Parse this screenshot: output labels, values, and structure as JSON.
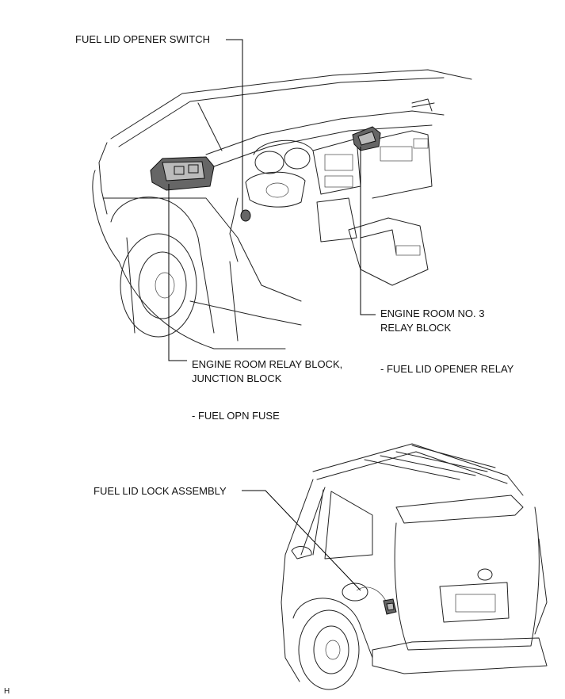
{
  "labels": {
    "fuel_lid_opener_switch": "FUEL LID OPENER SWITCH",
    "engine_room_no3_line1": "ENGINE ROOM NO. 3",
    "engine_room_no3_line2": "RELAY BLOCK",
    "engine_room_relay_line1": "ENGINE ROOM RELAY BLOCK,",
    "engine_room_relay_line2": "JUNCTION BLOCK",
    "fuel_lid_opener_relay": "- FUEL LID OPENER RELAY",
    "fuel_opn_fuse": "- FUEL OPN FUSE",
    "fuel_lid_lock_assembly": "FUEL LID LOCK ASSEMBLY",
    "corner_mark": "H"
  }
}
